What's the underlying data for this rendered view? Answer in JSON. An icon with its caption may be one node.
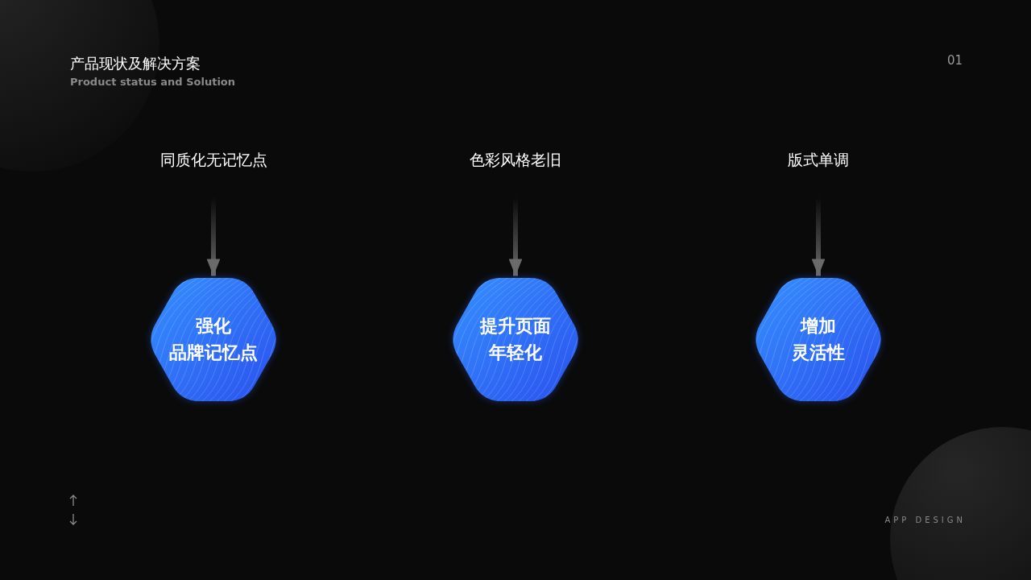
{
  "diagram": {
    "title": "产品现状及解决方案",
    "nodes": [
      {
        "text": [
          "同质化无记忆点"
        ]
      },
      {
        "text": [
          "色彩风格老旧"
        ]
      },
      {
        "text": [
          "版式单调"
        ]
      },
      {
        "text": [
          "强化品牌记忆点"
        ]
      },
      {
        "text": [
          "提升页面年轻化"
        ]
      },
      {
        "text": [
          "增加灵活性"
        ]
      }
    ],
    "edges": [
      {
        "from": 0,
        "to": 3,
        "arrow": "to"
      },
      {
        "from": 1,
        "to": 4,
        "arrow": "to"
      },
      {
        "from": 2,
        "to": 5,
        "arrow": "to"
      }
    ],
    "labels": [
      "Product status and Solution",
      "01",
      "APP DESIGN"
    ]
  }
}
